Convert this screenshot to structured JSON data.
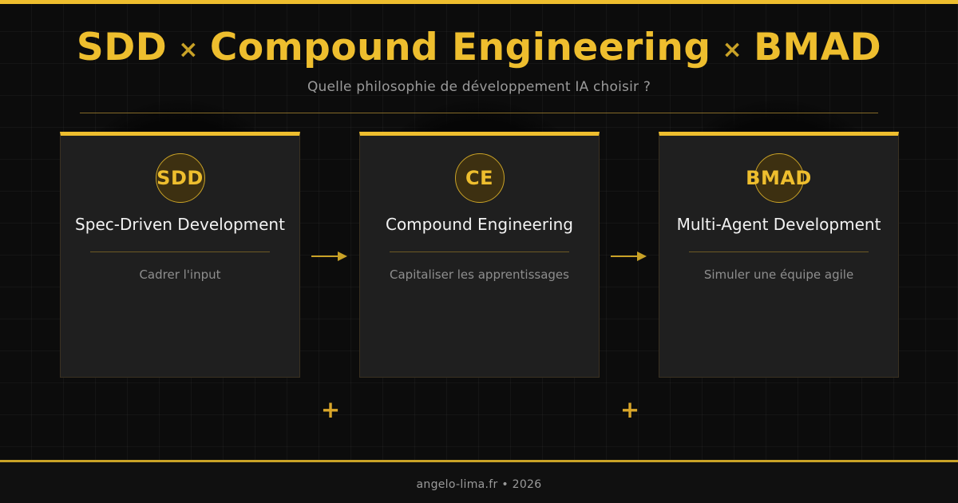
{
  "theme": {
    "background": "#0c0c0c",
    "accent_gold": "#eebe2e",
    "accent_dim_gold": "#c9a227",
    "card_background": "#1f1f1f",
    "badge_fill": "#3d3011",
    "title_text": "#f2f2f2",
    "muted_text": "#8e8e8e"
  },
  "header": {
    "title_parts": [
      "SDD",
      "Compound Engineering",
      "BMAD"
    ],
    "separator": "×",
    "subtitle": "Quelle philosophie de développement IA choisir ?"
  },
  "cards": [
    {
      "badge": "SDD",
      "title": "Spec-Driven Development",
      "description": "Cadrer l'input"
    },
    {
      "badge": "CE",
      "title": "Compound Engineering",
      "description": "Capitaliser les apprentissages"
    },
    {
      "badge": "BMAD",
      "title": "Multi-Agent Development",
      "description": "Simuler une équipe agile"
    }
  ],
  "connectors": {
    "arrow_glyph": "arrow-right-icon",
    "plus_glyph": "+"
  },
  "footer": {
    "text": "angelo-lima.fr  •  2026"
  }
}
